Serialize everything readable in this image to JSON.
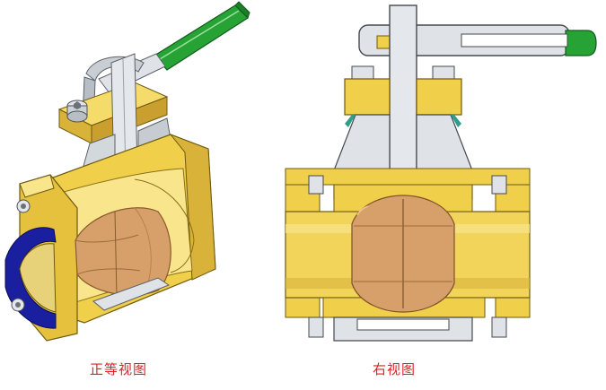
{
  "captions": {
    "left_view": "正等视图",
    "right_view": "右视图"
  },
  "colors": {
    "brass": "#f0cf4a",
    "brass_dark": "#b88f1c",
    "brass_light": "#f8e58c",
    "steel": "#dfe3e8",
    "steel_dark": "#8f969e",
    "ball": "#d7a06a",
    "ball_dark": "#9b6a3a",
    "handle_green": "#27a336",
    "seal_blue": "#1a1fa0",
    "seal_teal": "#2f9c8c",
    "caption_red": "#e0202a"
  },
  "icons": {
    "left": "isometric-ball-valve-cutaway",
    "right": "side-view-ball-valve-section"
  }
}
